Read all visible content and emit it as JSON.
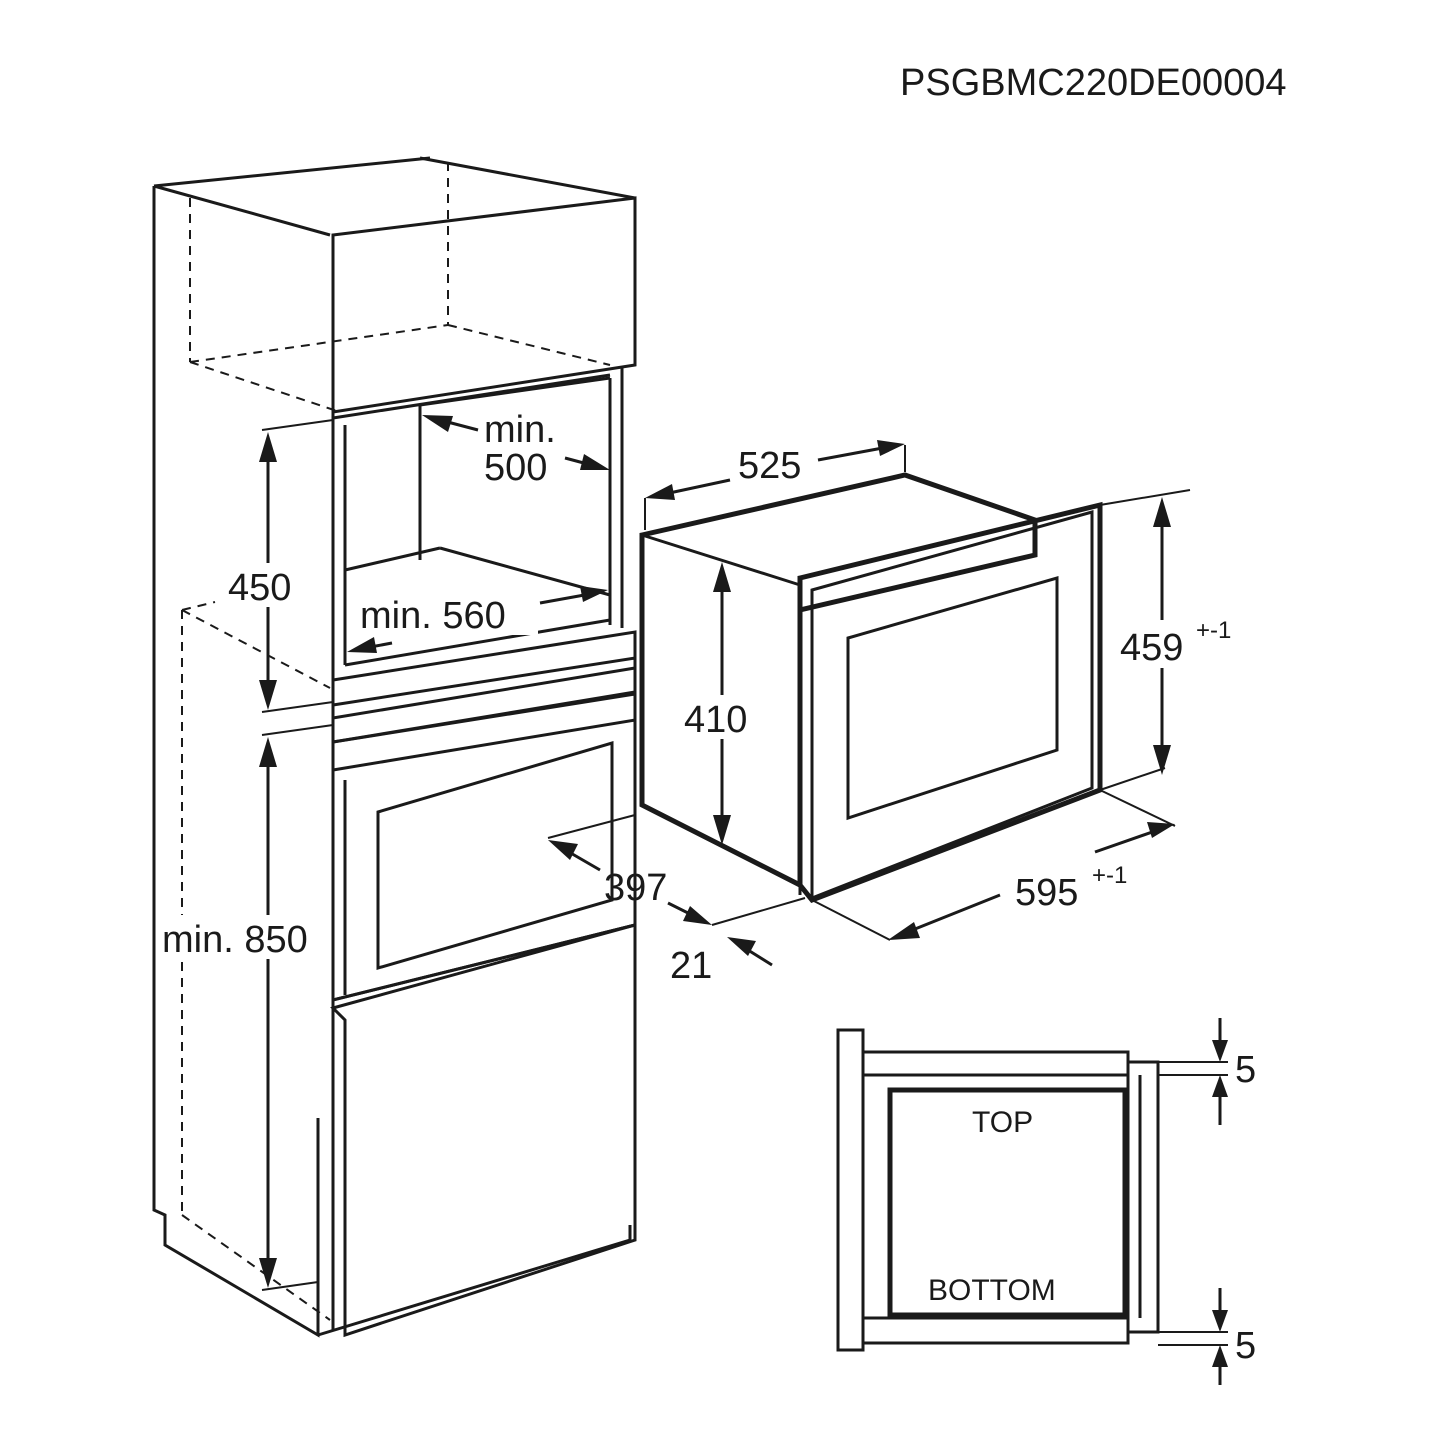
{
  "document_code": "PSGBMC220DE00004",
  "dimensions": {
    "cabinet_depth_label": "min.",
    "cabinet_depth_value": "500",
    "niche_height": "450",
    "niche_width": "min. 560",
    "lower_height": "min. 850",
    "niche_offset": "397",
    "frame_offset": "21",
    "appliance_depth": "525",
    "appliance_height_body": "410",
    "appliance_height_front": "459",
    "appliance_height_tolerance": "+-1",
    "appliance_width": "595",
    "appliance_width_tolerance": "+-1",
    "gap_top": "5",
    "gap_bottom": "5"
  },
  "labels": {
    "top": "TOP",
    "bottom": "BOTTOM"
  }
}
